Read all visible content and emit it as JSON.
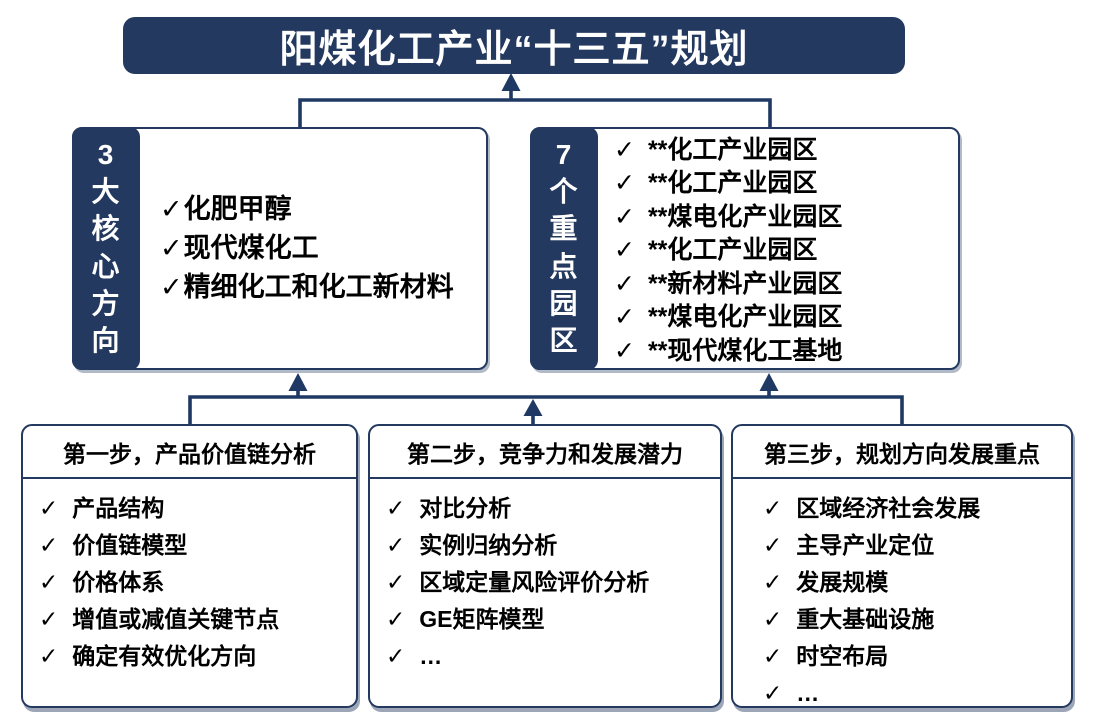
{
  "colors": {
    "navy": "#23395F",
    "connector": "#1F3864",
    "panel_background": "#FFFFFF",
    "title_text": "#FFFFFF",
    "body_text": "#000000"
  },
  "glyphs": {
    "check": "✓"
  },
  "title": {
    "text": "阳煤化工产业“十三五”规划"
  },
  "middle": {
    "core": {
      "tab_chars": [
        "3",
        "大",
        "核",
        "心",
        "方",
        "向"
      ],
      "items": [
        "化肥甲醇",
        "现代煤化工",
        "精细化工和化工新材料"
      ]
    },
    "parks": {
      "tab_chars": [
        "7",
        "个",
        "重",
        "点",
        "园",
        "区"
      ],
      "items": [
        "**化工产业园区",
        "**化工产业园区",
        "**煤电化产业园区",
        "**化工产业园区",
        "**新材料产业园区",
        "**煤电化产业园区",
        "**现代煤化工基地"
      ]
    }
  },
  "steps": [
    {
      "title": "第一步，产品价值链分析",
      "items": [
        "产品结构",
        "价值链模型",
        "价格体系",
        "增值或减值关键节点",
        "确定有效优化方向"
      ]
    },
    {
      "title": "第二步，竞争力和发展潜力",
      "items": [
        "对比分析",
        "实例归纳分析",
        "区域定量风险评价分析",
        "GE矩阵模型",
        "…"
      ]
    },
    {
      "title": "第三步，规划方向发展重点",
      "items": [
        "区域经济社会发展",
        "主导产业定位",
        "发展规模",
        "重大基础设施",
        "时空布局",
        "…"
      ]
    }
  ]
}
